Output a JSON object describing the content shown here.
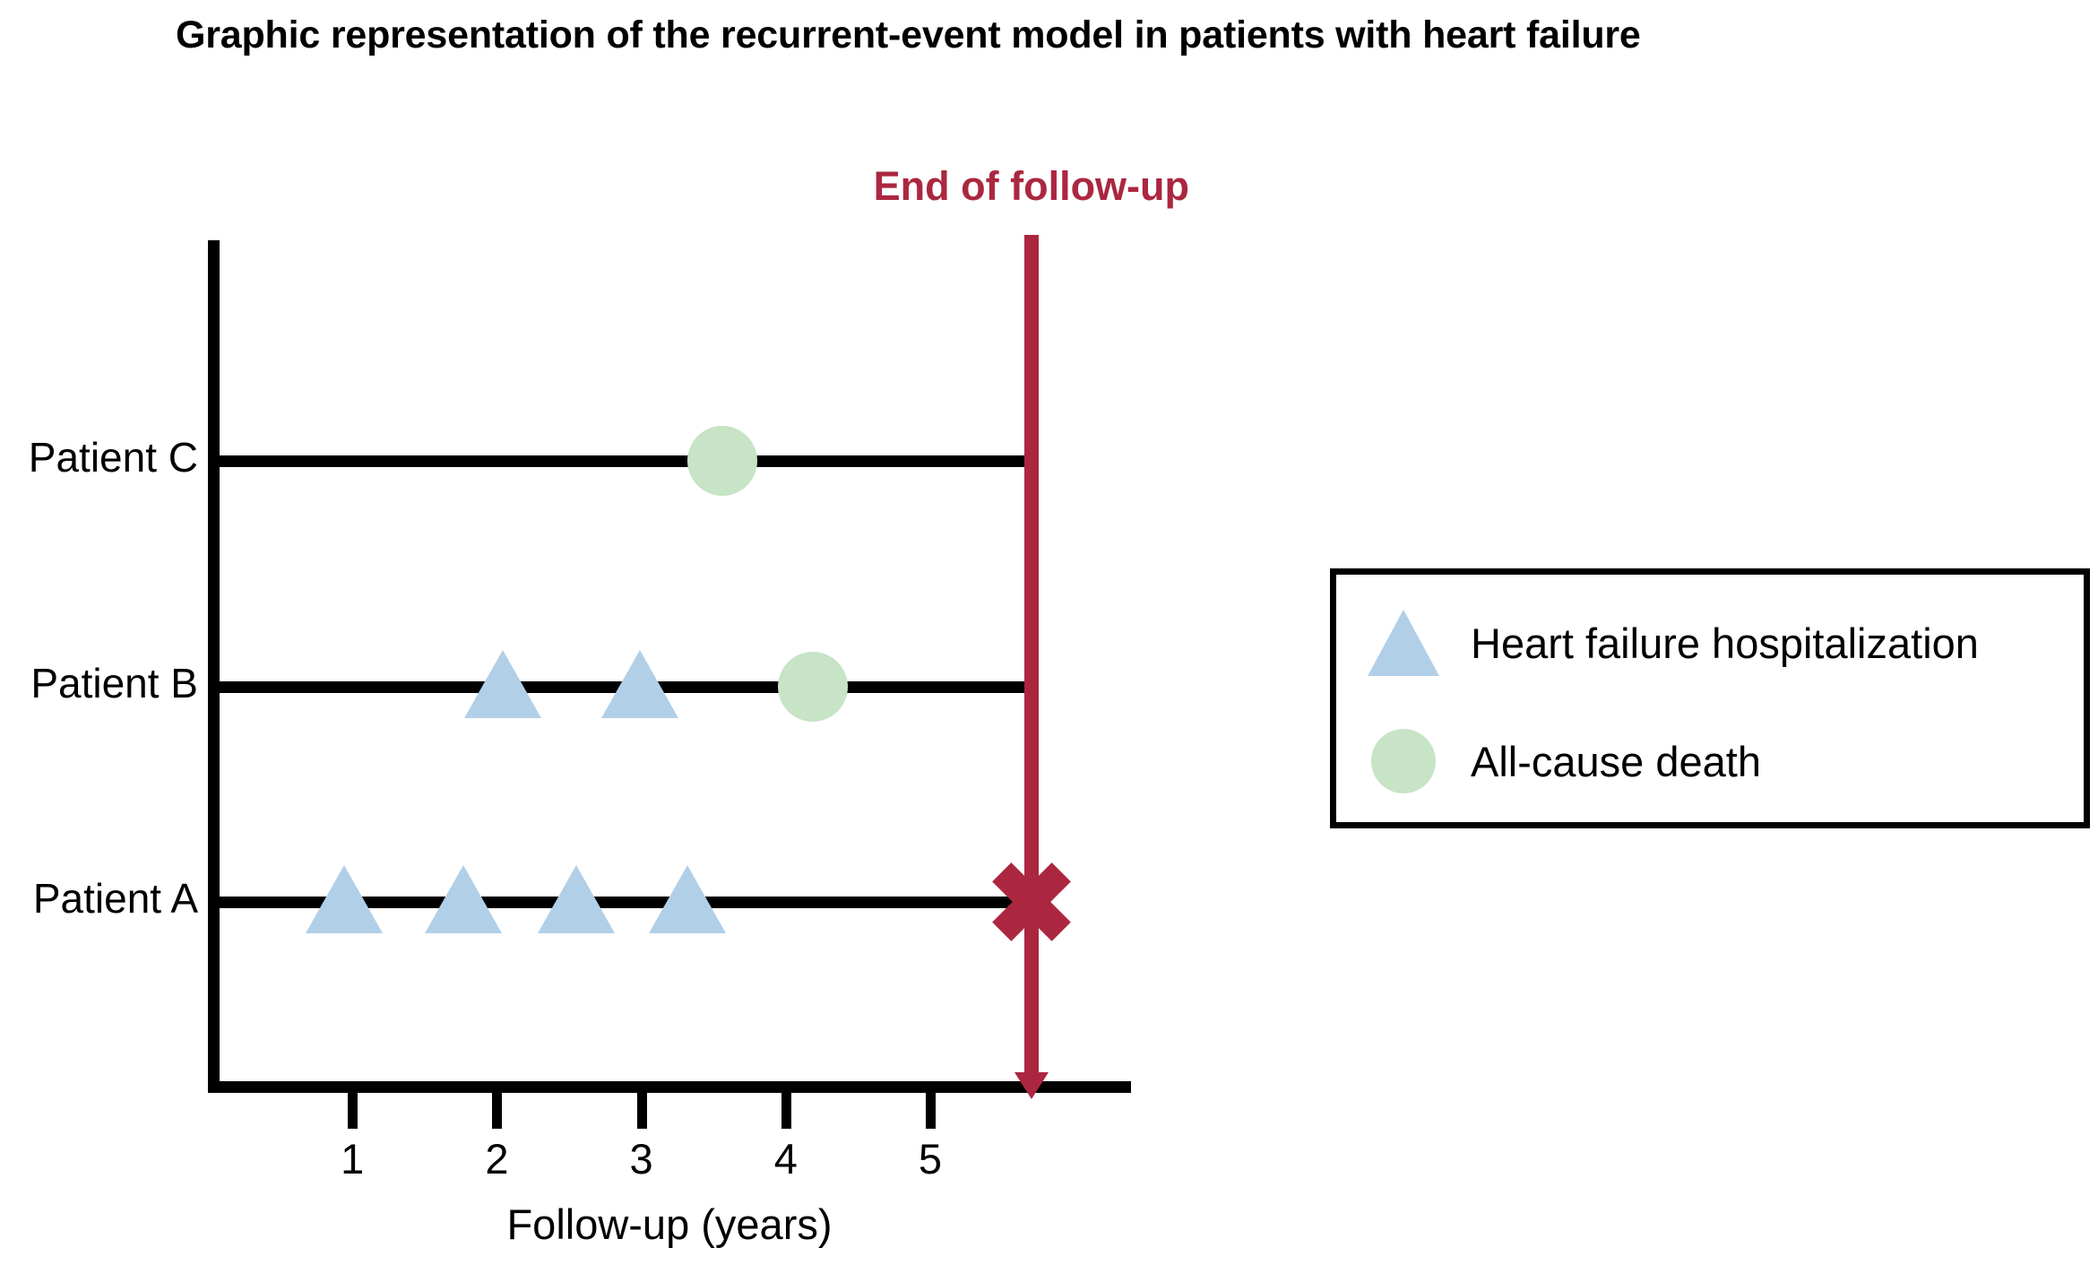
{
  "title": "Graphic representation of the recurrent-event model in patients with heart failure",
  "colors": {
    "hospitalization": "#b2cfe8",
    "death": "#c7e4c6",
    "end_of_followup": "#ab2740",
    "axis": "#000000"
  },
  "annotation": {
    "end_of_followup_label": "End of follow-up",
    "end_of_followup_year": 5.7
  },
  "legend": {
    "position": "right",
    "items": [
      {
        "icon": "triangle-icon",
        "label": "Heart failure hospitalization",
        "color": "#b2cfe8"
      },
      {
        "icon": "circle-icon",
        "label": "All-cause death",
        "color": "#c7e4c6"
      }
    ]
  },
  "chart_data": {
    "type": "scatter",
    "title": "Graphic representation of the recurrent-event model in patients with heart failure",
    "xlabel": "Follow-up (years)",
    "ylabel": "",
    "xlim": [
      0,
      6.4
    ],
    "ylim": [
      0,
      3.6
    ],
    "grid": false,
    "xticks": [
      1,
      2,
      3,
      4,
      5
    ],
    "xticklabels": [
      "1",
      "2",
      "3",
      "4",
      "5"
    ],
    "yticks": [],
    "series": [
      {
        "name": "Heart failure hospitalization",
        "marker": "triangle",
        "color": "#b2cfe8",
        "points": [
          {
            "patient": "Patient A",
            "x": 0.94
          },
          {
            "patient": "Patient A",
            "x": 1.77
          },
          {
            "patient": "Patient A",
            "x": 2.55
          },
          {
            "patient": "Patient A",
            "x": 3.32
          },
          {
            "patient": "Patient B",
            "x": 2.04
          },
          {
            "patient": "Patient B",
            "x": 2.99
          }
        ]
      },
      {
        "name": "All-cause death",
        "marker": "circle",
        "color": "#c7e4c6",
        "points": [
          {
            "patient": "Patient B",
            "x": 4.19
          },
          {
            "patient": "Patient C",
            "x": 3.56
          }
        ]
      },
      {
        "name": "Censored at end of follow-up",
        "marker": "cross",
        "color": "#ab2740",
        "points": [
          {
            "patient": "Patient A",
            "x": 5.7
          }
        ]
      }
    ],
    "patients": [
      {
        "label": "Patient C",
        "row": 2,
        "line_end_year": 5.7,
        "hospitalizations": [],
        "death_year": 3.56,
        "censored_at_end": false
      },
      {
        "label": "Patient B",
        "row": 1,
        "line_end_year": 5.7,
        "hospitalizations": [
          2.04,
          2.99
        ],
        "death_year": 4.19,
        "censored_at_end": false
      },
      {
        "label": "Patient A",
        "row": 0,
        "line_end_year": 5.7,
        "hospitalizations": [
          0.94,
          1.77,
          2.55,
          3.32
        ],
        "death_year": null,
        "censored_at_end": true
      }
    ]
  }
}
